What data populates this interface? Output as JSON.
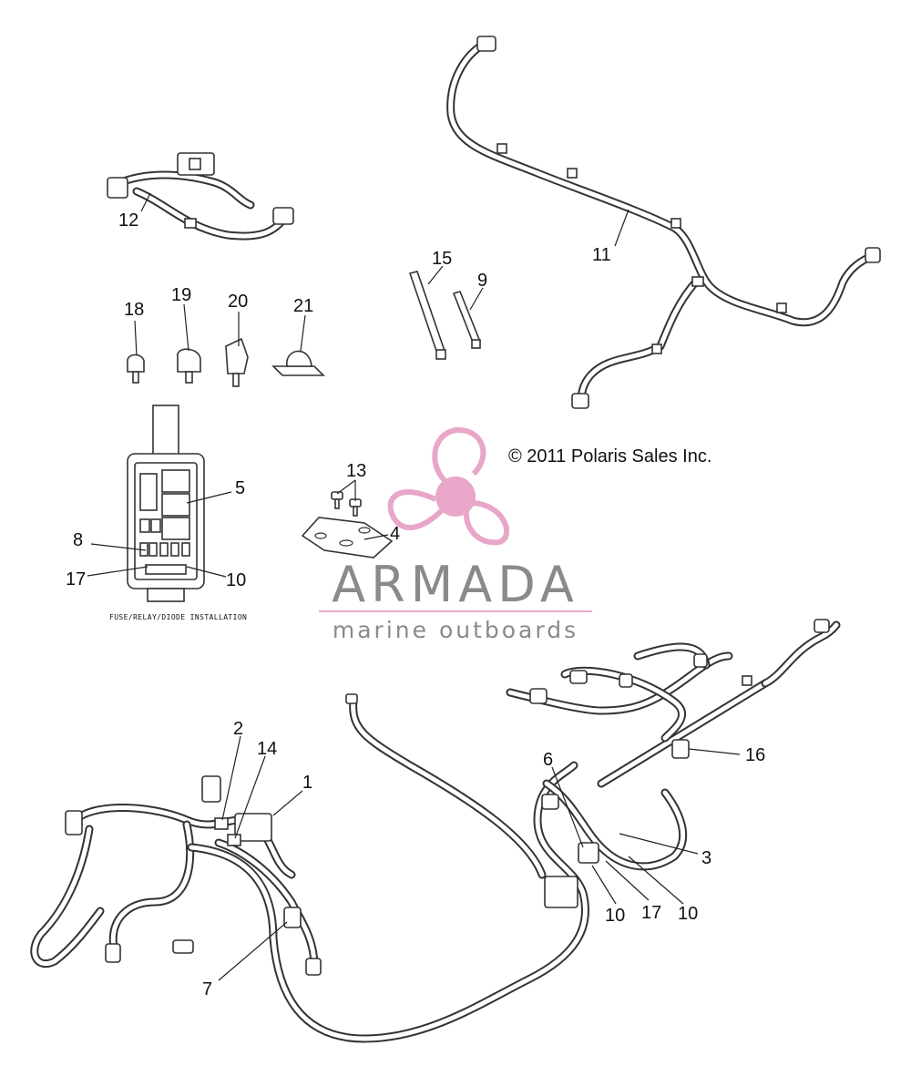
{
  "callouts": {
    "c1": "1",
    "c2": "2",
    "c3": "3",
    "c4": "4",
    "c5": "5",
    "c6": "6",
    "c7": "7",
    "c8": "8",
    "c9": "9",
    "c10a": "10",
    "c10b": "10",
    "c10c": "10",
    "c11": "11",
    "c12": "12",
    "c13": "13",
    "c14": "14",
    "c15": "15",
    "c16": "16",
    "c17a": "17",
    "c17b": "17",
    "c18": "18",
    "c19": "19",
    "c20": "20",
    "c21": "21"
  },
  "fuse_box_caption": "FUSE/RELAY/DIODE INSTALLATION",
  "copyright": "© 2011 Polaris Sales Inc.",
  "watermark": {
    "brand": "ARMADA",
    "tagline": "marine outboards",
    "logo_color": "#e8a6c8",
    "rule_color": "#e8a6c8",
    "text_color": "#8a8a8a"
  }
}
